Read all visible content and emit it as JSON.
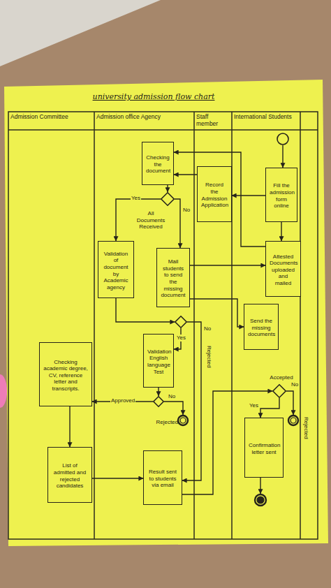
{
  "diagram": {
    "title": "university admission flow chart",
    "nodes": [
      {
        "text": [
          "Admission Committee"
        ]
      },
      {
        "text": [
          "Admission office Agency"
        ]
      },
      {
        "text": [
          "Staff member"
        ]
      },
      {
        "text": [
          "International Students"
        ]
      },
      {
        "text": [],
        "in": 3
      },
      {
        "text": [
          "Fill the admission form online"
        ],
        "in": 3
      },
      {
        "text": [
          "Record the Admission Application"
        ],
        "in": 2
      },
      {
        "text": [
          "Checking the document"
        ],
        "in": 1
      },
      {
        "text": [
          "All Documents Received"
        ],
        "in": 1
      },
      {
        "text": [
          "Mail students to send the missing document"
        ],
        "in": 1
      },
      {
        "text": [
          "Attested Documents uploaded and mailed"
        ],
        "in": 3
      },
      {
        "text": [
          "Validation of document by Academic agency"
        ],
        "in": 1
      },
      {
        "text": [
          "Send the missing documents"
        ],
        "in": 3
      },
      {
        "text": [],
        "in": 1
      },
      {
        "text": [
          "Validation English language Test"
        ],
        "in": 1
      },
      {
        "text": [],
        "in": 1
      },
      {
        "text": [
          "Rejected"
        ],
        "in": 1
      },
      {
        "text": [
          "Checking academic degree, CV, reference letter and transcripts."
        ],
        "in": 0
      },
      {
        "text": [
          "List of admitted and rejected candidates"
        ],
        "in": 0
      },
      {
        "text": [
          "Result sent to students via email"
        ],
        "in": 1
      },
      {
        "text": [
          "Accepted"
        ],
        "in": 3
      },
      {
        "text": [
          "Rejected"
        ],
        "in": 3
      },
      {
        "text": [
          "Confirmation letter sent"
        ],
        "in": 3
      },
      {
        "text": [],
        "in": 3
      }
    ],
    "edges": [
      {
        "from": 4,
        "to": 5,
        "arrow": "to"
      },
      {
        "from": 5,
        "to": 6,
        "arrow": "to"
      },
      {
        "from": 5,
        "to": 10,
        "arrow": "to"
      },
      {
        "from": 6,
        "to": 7,
        "arrow": "to"
      },
      {
        "from": 7,
        "to": 8,
        "arrow": "to"
      },
      {
        "from": 8,
        "to": 9,
        "label": "No",
        "arrow": "to"
      },
      {
        "from": 8,
        "to": 11,
        "label": "Yes",
        "arrow": "to"
      },
      {
        "from": 9,
        "to": 10,
        "arrow": "to"
      },
      {
        "from": 10,
        "to": 7,
        "arrow": "to"
      },
      {
        "from": 9,
        "to": 12,
        "arrow": "to"
      },
      {
        "from": 11,
        "to": 13,
        "arrow": "to"
      },
      {
        "from": 13,
        "to": 14,
        "label": "Yes",
        "arrow": "to"
      },
      {
        "from": 13,
        "to": 19,
        "label": "No",
        "arrow": "to"
      },
      {
        "from": 14,
        "to": 15,
        "arrow": "to"
      },
      {
        "from": 15,
        "to": 16,
        "label": "No",
        "arrow": "to"
      },
      {
        "from": 15,
        "to": 17,
        "label": "Approved",
        "arrow": "to"
      },
      {
        "from": 17,
        "to": 18,
        "arrow": "to"
      },
      {
        "from": 18,
        "to": 19,
        "arrow": "to"
      },
      {
        "from": 19,
        "to": 20,
        "arrow": "to"
      },
      {
        "from": 20,
        "to": 22,
        "label": "Yes",
        "arrow": "to"
      },
      {
        "from": 20,
        "to": 21,
        "label": "No",
        "arrow": "to"
      },
      {
        "from": 22,
        "to": 23,
        "arrow": "to"
      }
    ],
    "labels": [
      "Rejected"
    ]
  }
}
